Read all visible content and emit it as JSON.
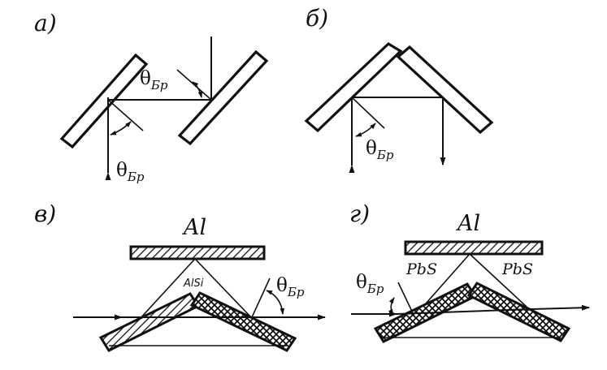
{
  "panels": {
    "a": {
      "label": "а)",
      "theta_upper": "θ",
      "theta_upper_sub": "Бр",
      "theta_lower": "θ",
      "theta_lower_sub": "Бр"
    },
    "b": {
      "label": "б)",
      "theta": "θ",
      "theta_sub": "Бр"
    },
    "c": {
      "label": "в)",
      "material_top": "Al",
      "material_mid": "AlSi",
      "theta": "θ",
      "theta_sub": "Бр"
    },
    "d": {
      "label": "г)",
      "material_top": "Al",
      "left_material": "PbS",
      "right_material": "PbS",
      "theta": "θ",
      "theta_sub": "Бр"
    }
  }
}
